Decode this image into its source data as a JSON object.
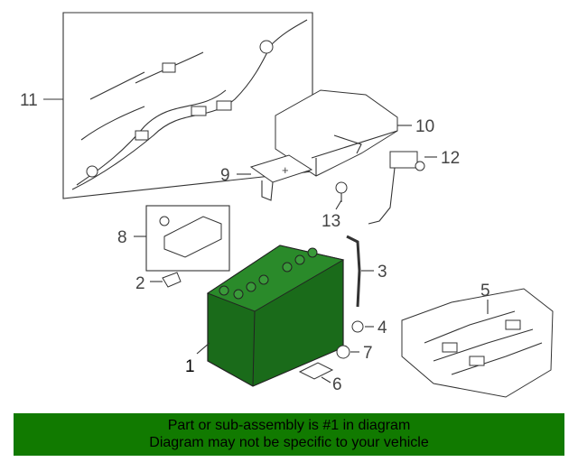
{
  "callouts": [
    {
      "id": "1",
      "label": "1"
    },
    {
      "id": "2",
      "label": "2"
    },
    {
      "id": "3",
      "label": "3"
    },
    {
      "id": "4",
      "label": "4"
    },
    {
      "id": "5",
      "label": "5"
    },
    {
      "id": "6",
      "label": "6"
    },
    {
      "id": "7",
      "label": "7"
    },
    {
      "id": "8",
      "label": "8"
    },
    {
      "id": "9",
      "label": "9"
    },
    {
      "id": "10",
      "label": "10"
    },
    {
      "id": "11",
      "label": "11"
    },
    {
      "id": "12",
      "label": "12"
    },
    {
      "id": "13",
      "label": "13"
    }
  ],
  "colors": {
    "highlight": "#1a6b1a",
    "banner": "#117a00"
  },
  "banner": {
    "line1": "Part or sub-assembly is #1 in diagram",
    "line2": "Diagram may not be specific to your vehicle"
  }
}
